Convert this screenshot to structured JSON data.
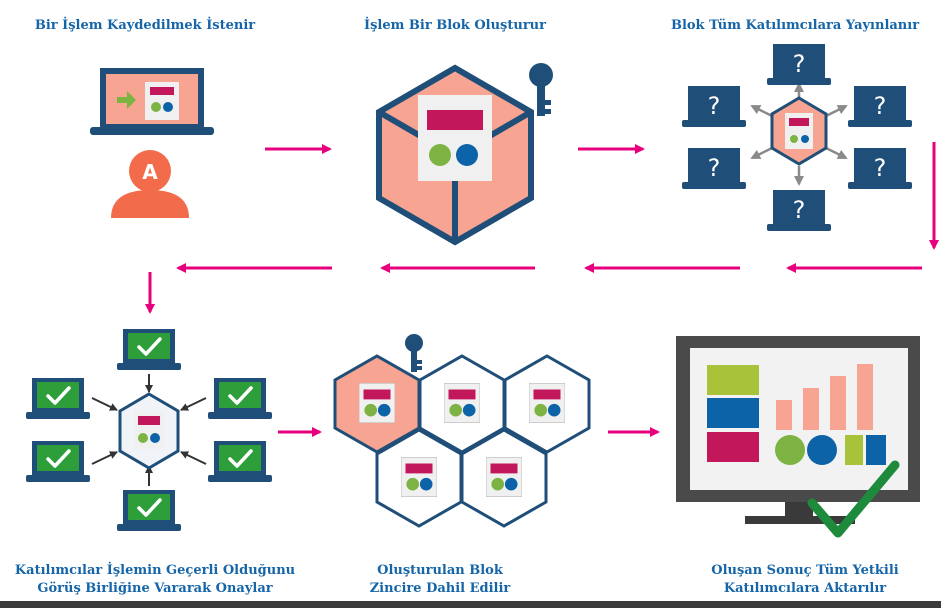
{
  "steps": {
    "step1": {
      "title": "Bir İşlem Kaydedilmek İstenir",
      "user_letter": "A"
    },
    "step2": {
      "title": "İşlem Bir Blok Oluşturur"
    },
    "step3": {
      "title": "Blok Tüm Katılımcılara Yayınlanır",
      "unknown_mark": "?"
    },
    "step4": {
      "line1": "Katılımcılar İşlemin Geçerli Olduğunu",
      "line2": "Görüş Birliğine Vararak Onaylar"
    },
    "step5": {
      "line1": "Oluşturulan Blok",
      "line2": "Zincire Dahil Edilir"
    },
    "step6": {
      "line1": "Oluşan Sonuç Tüm Yetkili",
      "line2": "Katılımcılara Aktarılır"
    }
  },
  "colors": {
    "title_blue": "#1565a8",
    "arrow_magenta": "#e6007e",
    "navy": "#1f4e79",
    "salmon": "#f7a592",
    "block_pink": "#c2185b",
    "dot_green": "#7cb342",
    "dot_blue": "#0d63a8",
    "approve_green": "#2e9e3a",
    "user_orange": "#f26b4a",
    "monitor_gray": "#4a4a4a",
    "check_green": "#1e8a3c"
  }
}
